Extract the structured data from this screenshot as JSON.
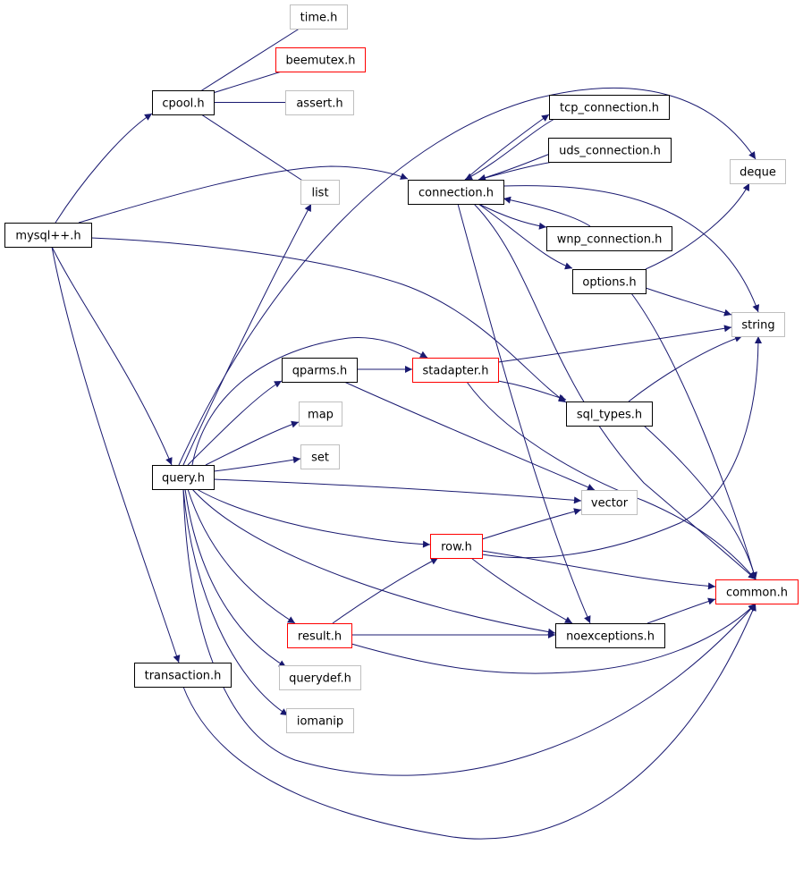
{
  "graph": {
    "nodes": [
      {
        "id": "mysql",
        "label": "mysql++.h",
        "kind": "root"
      },
      {
        "id": "cpool",
        "label": "cpool.h",
        "kind": "documented"
      },
      {
        "id": "time",
        "label": "time.h",
        "kind": "external"
      },
      {
        "id": "beemutex",
        "label": "beemutex.h",
        "kind": "truncated"
      },
      {
        "id": "assert",
        "label": "assert.h",
        "kind": "external"
      },
      {
        "id": "list",
        "label": "list",
        "kind": "external"
      },
      {
        "id": "connection",
        "label": "connection.h",
        "kind": "documented"
      },
      {
        "id": "tcp",
        "label": "tcp_connection.h",
        "kind": "documented"
      },
      {
        "id": "uds",
        "label": "uds_connection.h",
        "kind": "documented"
      },
      {
        "id": "wnp",
        "label": "wnp_connection.h",
        "kind": "documented"
      },
      {
        "id": "options",
        "label": "options.h",
        "kind": "documented"
      },
      {
        "id": "deque",
        "label": "deque",
        "kind": "external"
      },
      {
        "id": "string",
        "label": "string",
        "kind": "external"
      },
      {
        "id": "qparms",
        "label": "qparms.h",
        "kind": "documented"
      },
      {
        "id": "stadapter",
        "label": "stadapter.h",
        "kind": "truncated"
      },
      {
        "id": "sqltypes",
        "label": "sql_types.h",
        "kind": "documented"
      },
      {
        "id": "map",
        "label": "map",
        "kind": "external"
      },
      {
        "id": "set",
        "label": "set",
        "kind": "external"
      },
      {
        "id": "query",
        "label": "query.h",
        "kind": "documented"
      },
      {
        "id": "vector",
        "label": "vector",
        "kind": "external"
      },
      {
        "id": "row",
        "label": "row.h",
        "kind": "truncated"
      },
      {
        "id": "common",
        "label": "common.h",
        "kind": "truncated"
      },
      {
        "id": "result",
        "label": "result.h",
        "kind": "truncated"
      },
      {
        "id": "noexceptions",
        "label": "noexceptions.h",
        "kind": "documented"
      },
      {
        "id": "querydef",
        "label": "querydef.h",
        "kind": "external"
      },
      {
        "id": "iomanip",
        "label": "iomanip",
        "kind": "external"
      },
      {
        "id": "transaction",
        "label": "transaction.h",
        "kind": "documented"
      }
    ],
    "edges": [
      [
        "mysql",
        "cpool"
      ],
      [
        "mysql",
        "connection"
      ],
      [
        "mysql",
        "sqltypes"
      ],
      [
        "mysql",
        "query"
      ],
      [
        "mysql",
        "transaction"
      ],
      [
        "cpool",
        "time"
      ],
      [
        "cpool",
        "beemutex"
      ],
      [
        "cpool",
        "assert"
      ],
      [
        "cpool",
        "list"
      ],
      [
        "connection",
        "tcp"
      ],
      [
        "connection",
        "uds"
      ],
      [
        "connection",
        "wnp"
      ],
      [
        "connection",
        "options"
      ],
      [
        "connection",
        "string"
      ],
      [
        "connection",
        "noexceptions"
      ],
      [
        "connection",
        "common"
      ],
      [
        "tcp",
        "connection"
      ],
      [
        "uds",
        "connection"
      ],
      [
        "wnp",
        "connection"
      ],
      [
        "options",
        "deque"
      ],
      [
        "options",
        "string"
      ],
      [
        "options",
        "common"
      ],
      [
        "query",
        "list"
      ],
      [
        "query",
        "deque"
      ],
      [
        "query",
        "qparms"
      ],
      [
        "query",
        "stadapter"
      ],
      [
        "query",
        "map"
      ],
      [
        "query",
        "set"
      ],
      [
        "query",
        "vector"
      ],
      [
        "query",
        "row"
      ],
      [
        "query",
        "result"
      ],
      [
        "query",
        "noexceptions"
      ],
      [
        "query",
        "querydef"
      ],
      [
        "query",
        "iomanip"
      ],
      [
        "query",
        "common"
      ],
      [
        "qparms",
        "stadapter"
      ],
      [
        "qparms",
        "vector"
      ],
      [
        "stadapter",
        "string"
      ],
      [
        "stadapter",
        "sqltypes"
      ],
      [
        "stadapter",
        "common"
      ],
      [
        "sqltypes",
        "string"
      ],
      [
        "sqltypes",
        "common"
      ],
      [
        "row",
        "vector"
      ],
      [
        "row",
        "string"
      ],
      [
        "row",
        "common"
      ],
      [
        "row",
        "noexceptions"
      ],
      [
        "result",
        "row"
      ],
      [
        "result",
        "noexceptions"
      ],
      [
        "result",
        "common"
      ],
      [
        "noexceptions",
        "common"
      ],
      [
        "transaction",
        "common"
      ]
    ]
  },
  "colors": {
    "edge": "#191970",
    "root_fill": "#bfbfbf",
    "documented_border": "#000000",
    "truncated_border": "#ff0000",
    "external_border": "#bfbfbf"
  }
}
